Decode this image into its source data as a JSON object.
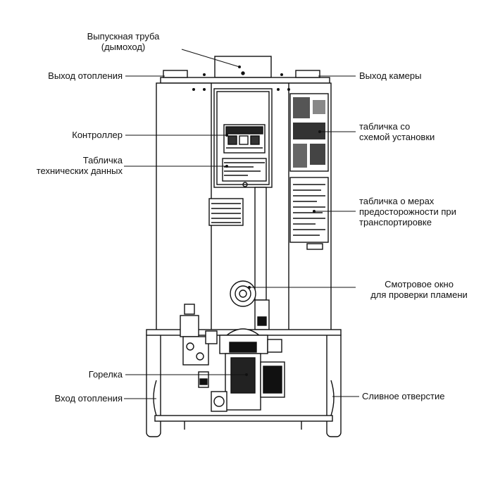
{
  "labels": {
    "exhaust_pipe": [
      "Выпускная труба",
      "(дымоход)"
    ],
    "heating_outlet": "Выход отопления",
    "chamber_outlet": "Выход камеры",
    "controller": "Контроллер",
    "tech_plate": [
      "Табличка",
      "технических данных"
    ],
    "install_plate": [
      "табличка со",
      "схемой установки"
    ],
    "transport_plate": [
      "табличка о мерах",
      "предосторожности при",
      "транспортировке"
    ],
    "sight_window": [
      "Смотровое окно",
      "для проверки пламени"
    ],
    "burner": "Горелка",
    "heating_inlet": "Вход отопления",
    "drain": "Сливное отверстие"
  }
}
